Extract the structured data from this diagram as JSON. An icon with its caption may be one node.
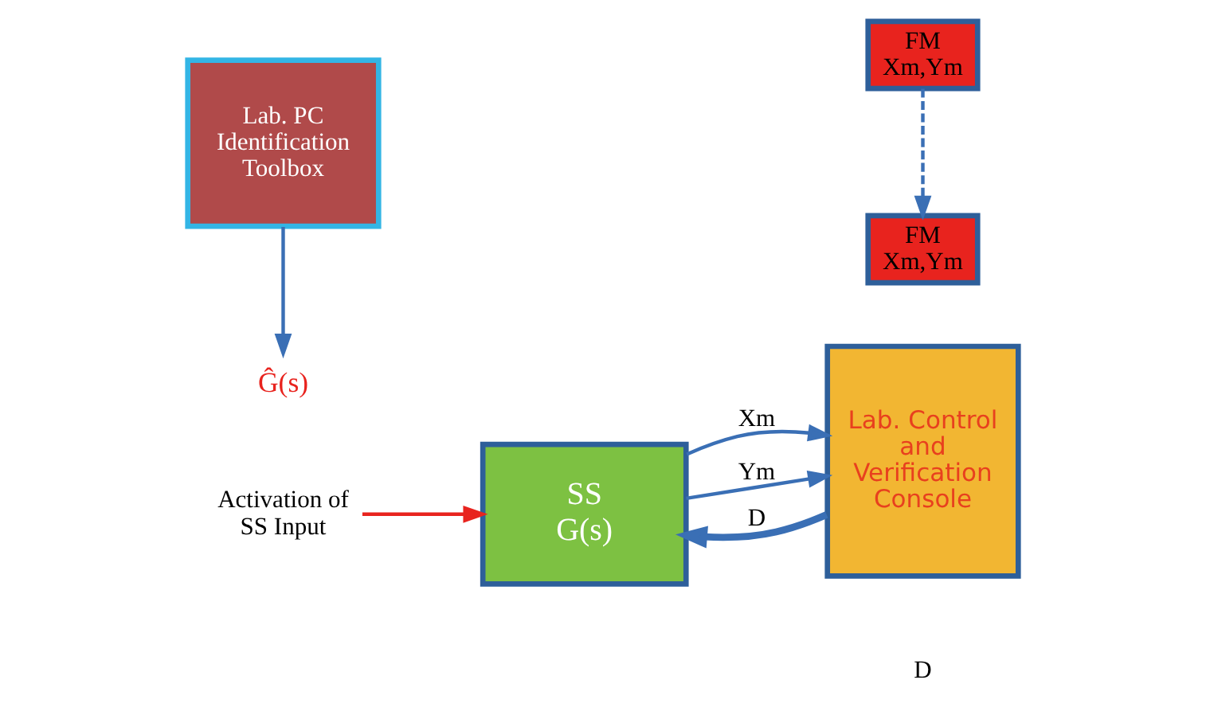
{
  "diagram": {
    "nodes": [
      {
        "text": [
          "Activation of SS Input"
        ]
      },
      {
        "text": [
          "SS G(s)"
        ]
      },
      {
        "text": [
          "Lab. Control and Verification Console"
        ]
      },
      {
        "text": [
          "FM",
          "Xm,Ym"
        ]
      },
      {
        "text": [
          "FM",
          "Xm,Ym"
        ]
      },
      {
        "text": [
          "Lab. PC Identification Toolbox"
        ]
      },
      {
        "text": [
          "Ĝ(s)"
        ]
      }
    ],
    "edges": [
      {
        "from": 0,
        "to": 1,
        "arrow": "to",
        "color": "#e8231e"
      },
      {
        "from": 1,
        "to": 2,
        "arrow": "to",
        "label": "Xm"
      },
      {
        "from": 1,
        "to": 2,
        "arrow": "to",
        "label": "Ym"
      },
      {
        "from": 2,
        "to": 1,
        "arrow": "to",
        "label": "D",
        "style": "thick"
      },
      {
        "from": 3,
        "to": 4,
        "arrow": "to",
        "style": "dashed"
      },
      {
        "from": 5,
        "to": 6,
        "arrow": "to"
      }
    ],
    "labels": [
      "D"
    ]
  }
}
